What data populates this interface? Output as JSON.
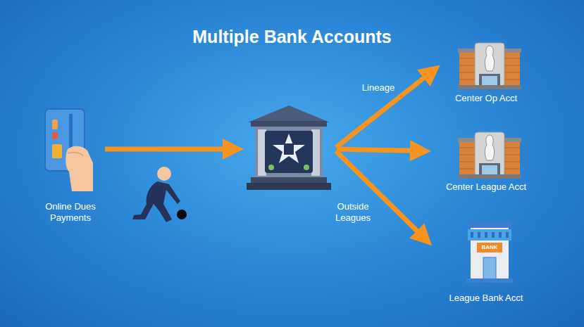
{
  "diagram": {
    "title": "Multiple Bank Accounts",
    "nodes": [
      {
        "text": [
          "Online Dues Payments"
        ]
      },
      {
        "text": []
      },
      {
        "text": [
          "Center Op Acct"
        ]
      },
      {
        "text": [
          "Center League Acct"
        ]
      },
      {
        "text": [
          "League Bank Acct"
        ]
      }
    ],
    "edges": [
      {
        "from": 0,
        "to": 1,
        "arrow": "to"
      },
      {
        "from": 1,
        "to": 2,
        "label": "Lineage",
        "arrow": "to"
      },
      {
        "from": 1,
        "to": 3,
        "arrow": "to"
      },
      {
        "from": 1,
        "to": 4,
        "label": "Outside Leagues",
        "arrow": "to"
      }
    ],
    "labels": [
      "BANK"
    ]
  }
}
